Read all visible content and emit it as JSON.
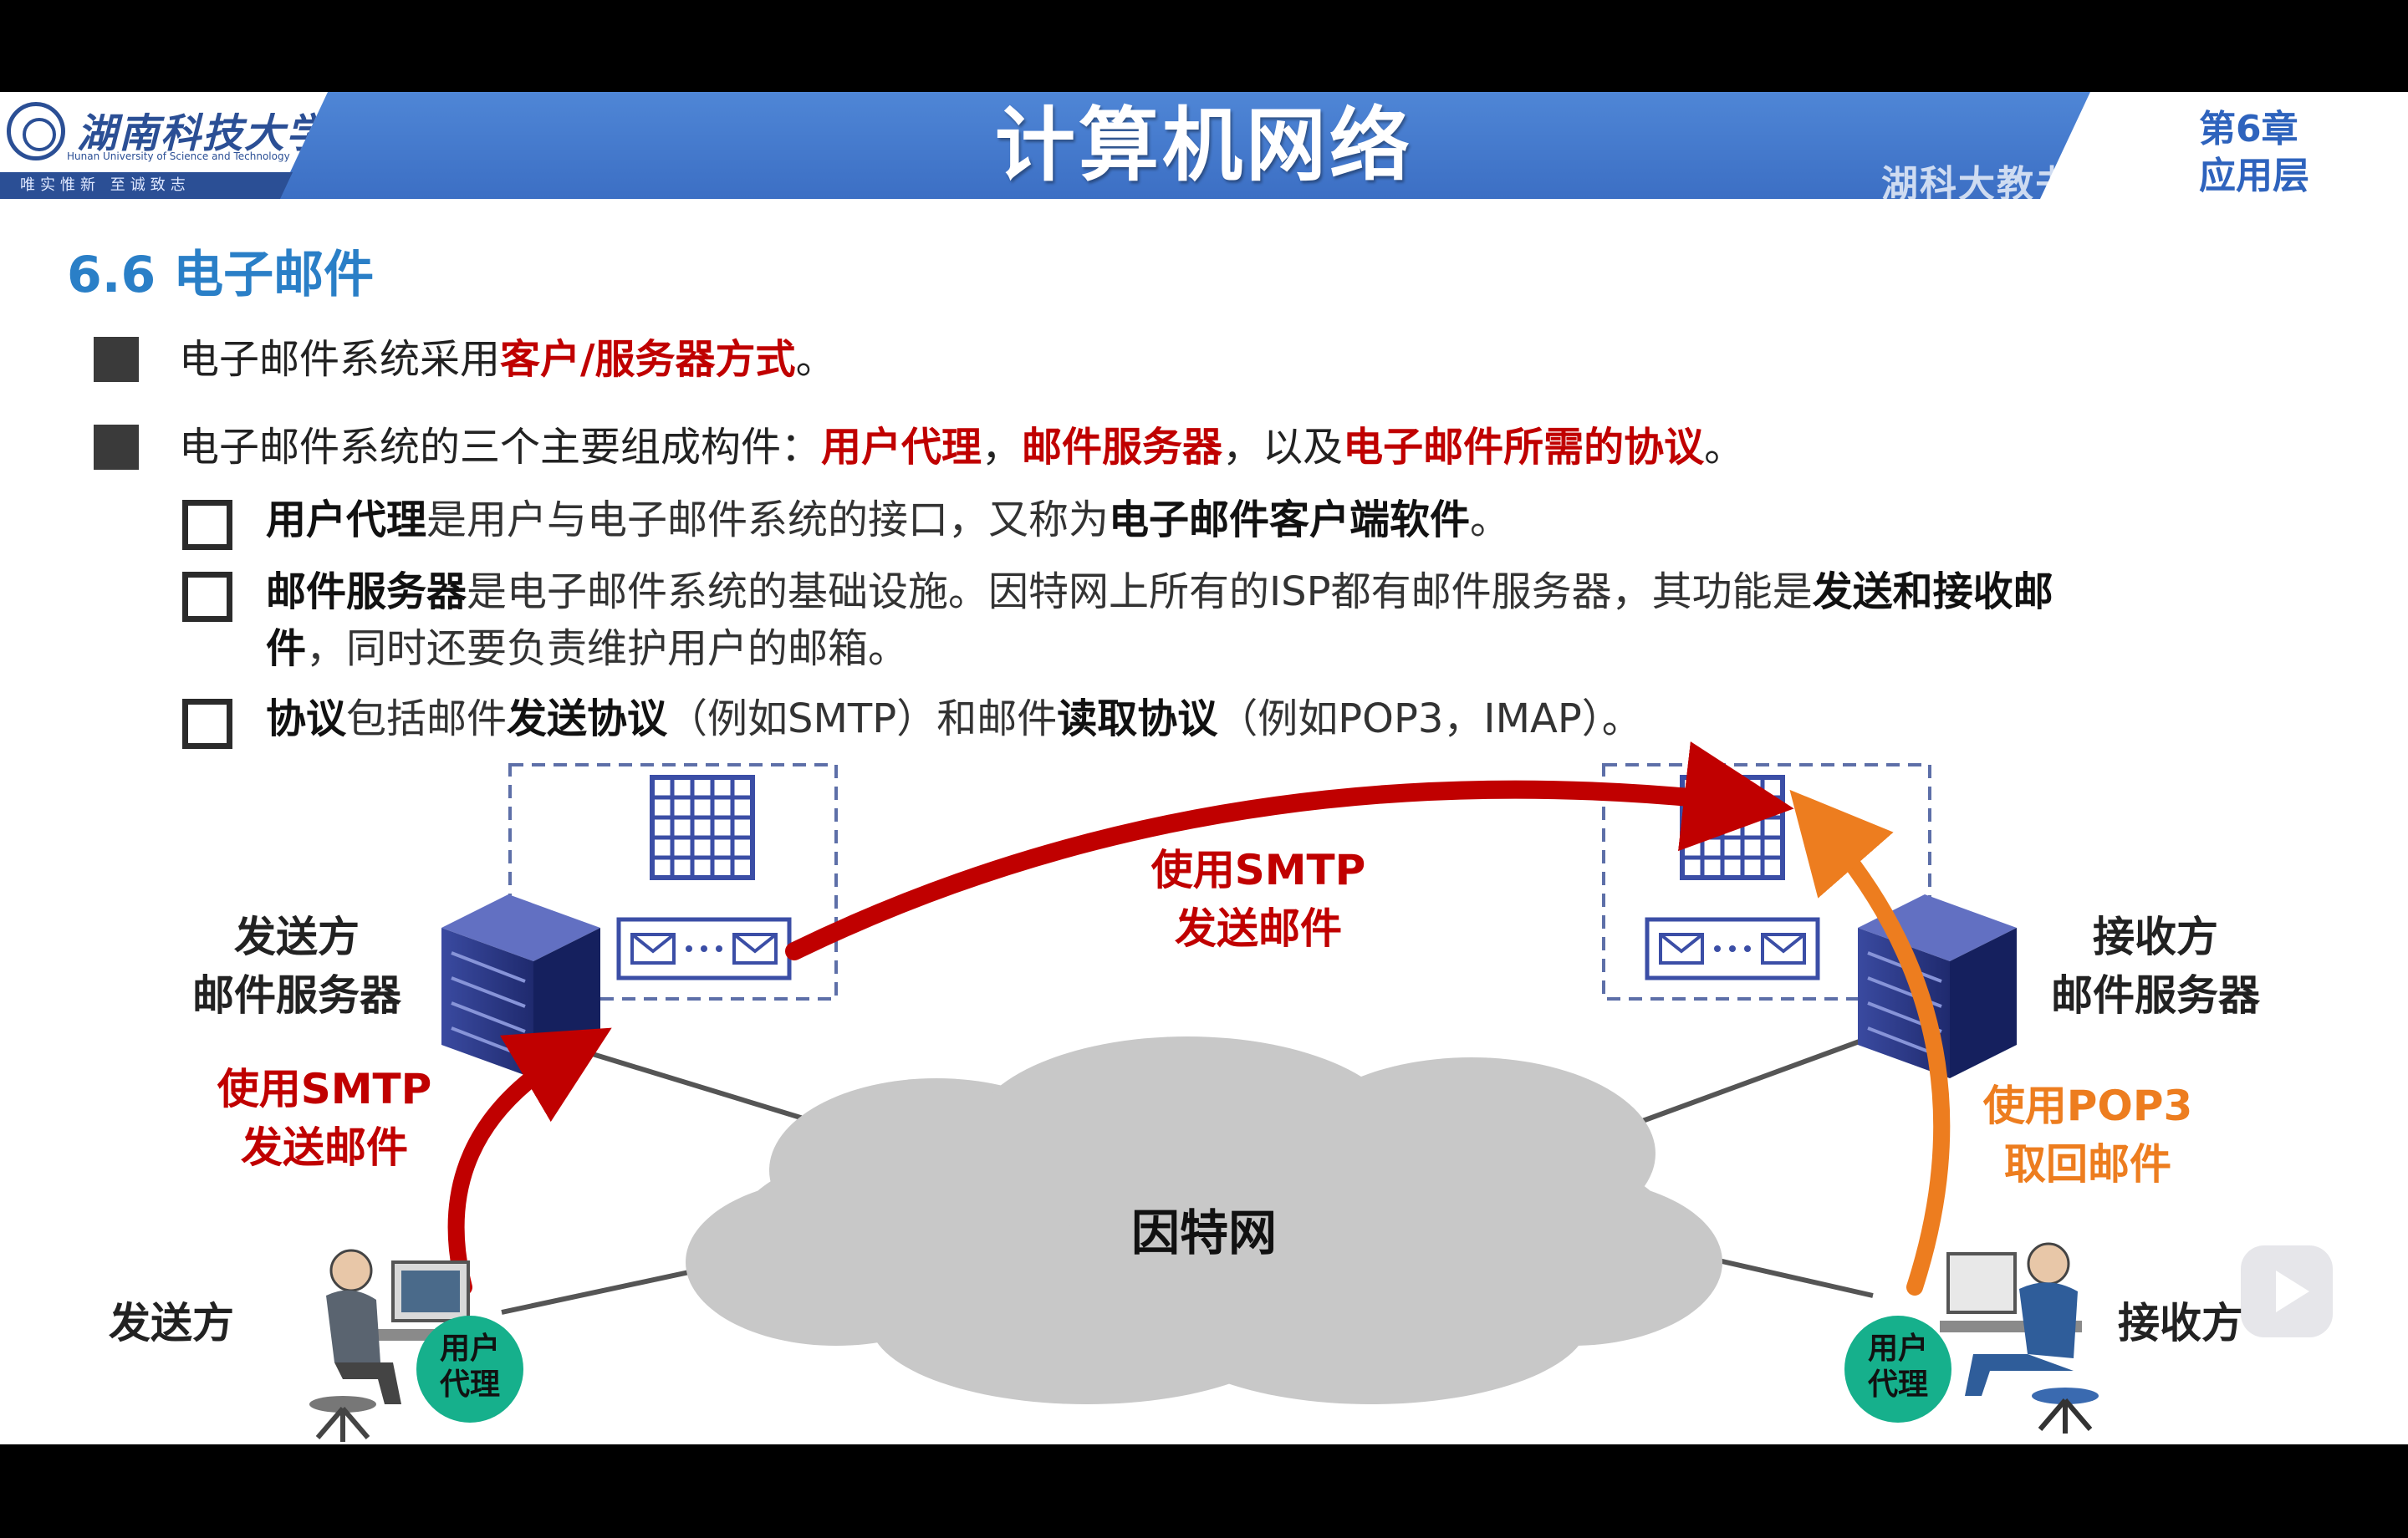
{
  "header": {
    "university_name": "湖南科技大学",
    "university_en": "Hunan University of Science and Technology",
    "motto": "唯实惟新 至诚致志",
    "course_title": "计算机网络",
    "chapter_number": "第6章",
    "chapter_name": "应用层",
    "watermark": "湖科大教书匠"
  },
  "section_title": "6.6 电子邮件",
  "bullets": [
    {
      "parts": [
        "电子邮件系统采用",
        "客户/服务器方式",
        "。"
      ]
    },
    {
      "parts": [
        "电子邮件系统的三个主要组成构件：",
        "用户代理",
        "，",
        "邮件服务器",
        "，以及",
        "电子邮件所需的协议",
        "。"
      ]
    }
  ],
  "sub_bullets": [
    {
      "parts": [
        "用户代理",
        "是用户与电子邮件系统的接口，又称为",
        "电子邮件客户端软件",
        "。"
      ]
    },
    {
      "parts": [
        "邮件服务器",
        "是电子邮件系统的基础设施。因特网上所有的ISP都有邮件服务器，其功能是",
        "发送和接收邮"
      ],
      "line2": [
        "件",
        "，同时还要负责维护用户的邮箱。"
      ]
    },
    {
      "parts": [
        "协议",
        "包括邮件",
        "发送协议",
        "（例如SMTP）和邮件",
        "读取协议",
        "（例如POP3，IMAP）。"
      ]
    }
  ],
  "diagram": {
    "internet_label": "因特网",
    "sender_server_line1": "发送方",
    "sender_server_line2": "邮件服务器",
    "receiver_server_line1": "接收方",
    "receiver_server_line2": "邮件服务器",
    "sender_label": "发送方",
    "receiver_label": "接收方",
    "ua_line1": "用户",
    "ua_line2": "代理",
    "smtp_top_line1": "使用SMTP",
    "smtp_top_line2": "发送邮件",
    "smtp_left_line1": "使用SMTP",
    "smtp_left_line2": "发送邮件",
    "pop3_line1": "使用POP3",
    "pop3_line2": "取回邮件",
    "colors": {
      "smtp_arrow": "#c00000",
      "pop3_arrow": "#ed7d1f",
      "ua_circle": "#16b08c",
      "cloud": "#c8c8c8"
    }
  }
}
